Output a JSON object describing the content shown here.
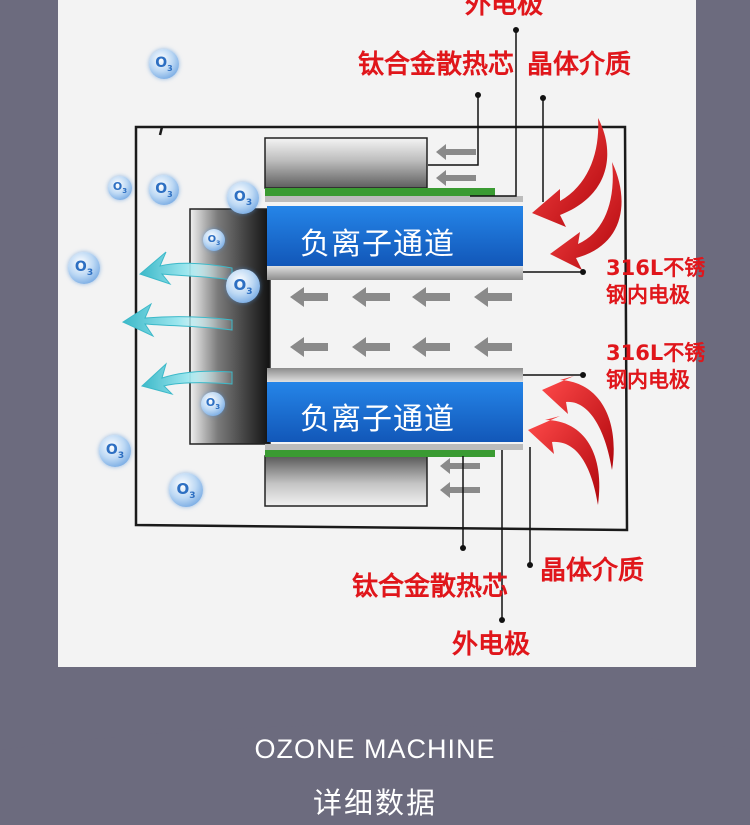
{
  "labels": {
    "outer_electrode_top_partial": "外电极",
    "heat_core_top": "钛合金散热芯",
    "crystal_medium_top": "晶体介质",
    "inner_electrode_top_line1": "316L不锈",
    "inner_electrode_top_line2": "钢内电极",
    "inner_electrode_bottom_line1": "316L不锈",
    "inner_electrode_bottom_line2": "钢内电极",
    "crystal_medium_bottom": "晶体介质",
    "heat_core_bottom": "钛合金散热芯",
    "outer_electrode_bottom": "外电极",
    "channel_top": "负离子通道",
    "channel_bottom": "负离子通道",
    "ozone_symbol": "O",
    "ozone_subscript": "3"
  },
  "footer": {
    "english_title": "OZONE MACHINE",
    "chinese_title": "详细数据"
  },
  "colors": {
    "page_background": "#6c6b7e",
    "panel_background": "#f3f3f3",
    "channel_blue": "#1a73d9",
    "label_red": "#e0161b",
    "arrow_red": "#d8121a",
    "crystal_green": "#3a9b32",
    "bubble_blue": "#4e8fd9",
    "airflow_cyan": "#53c8d6"
  },
  "icons": [
    "ozone-bubble-icon",
    "gray-arrow-icon",
    "red-curved-arrow-icon",
    "cyan-airflow-arrow-icon"
  ]
}
